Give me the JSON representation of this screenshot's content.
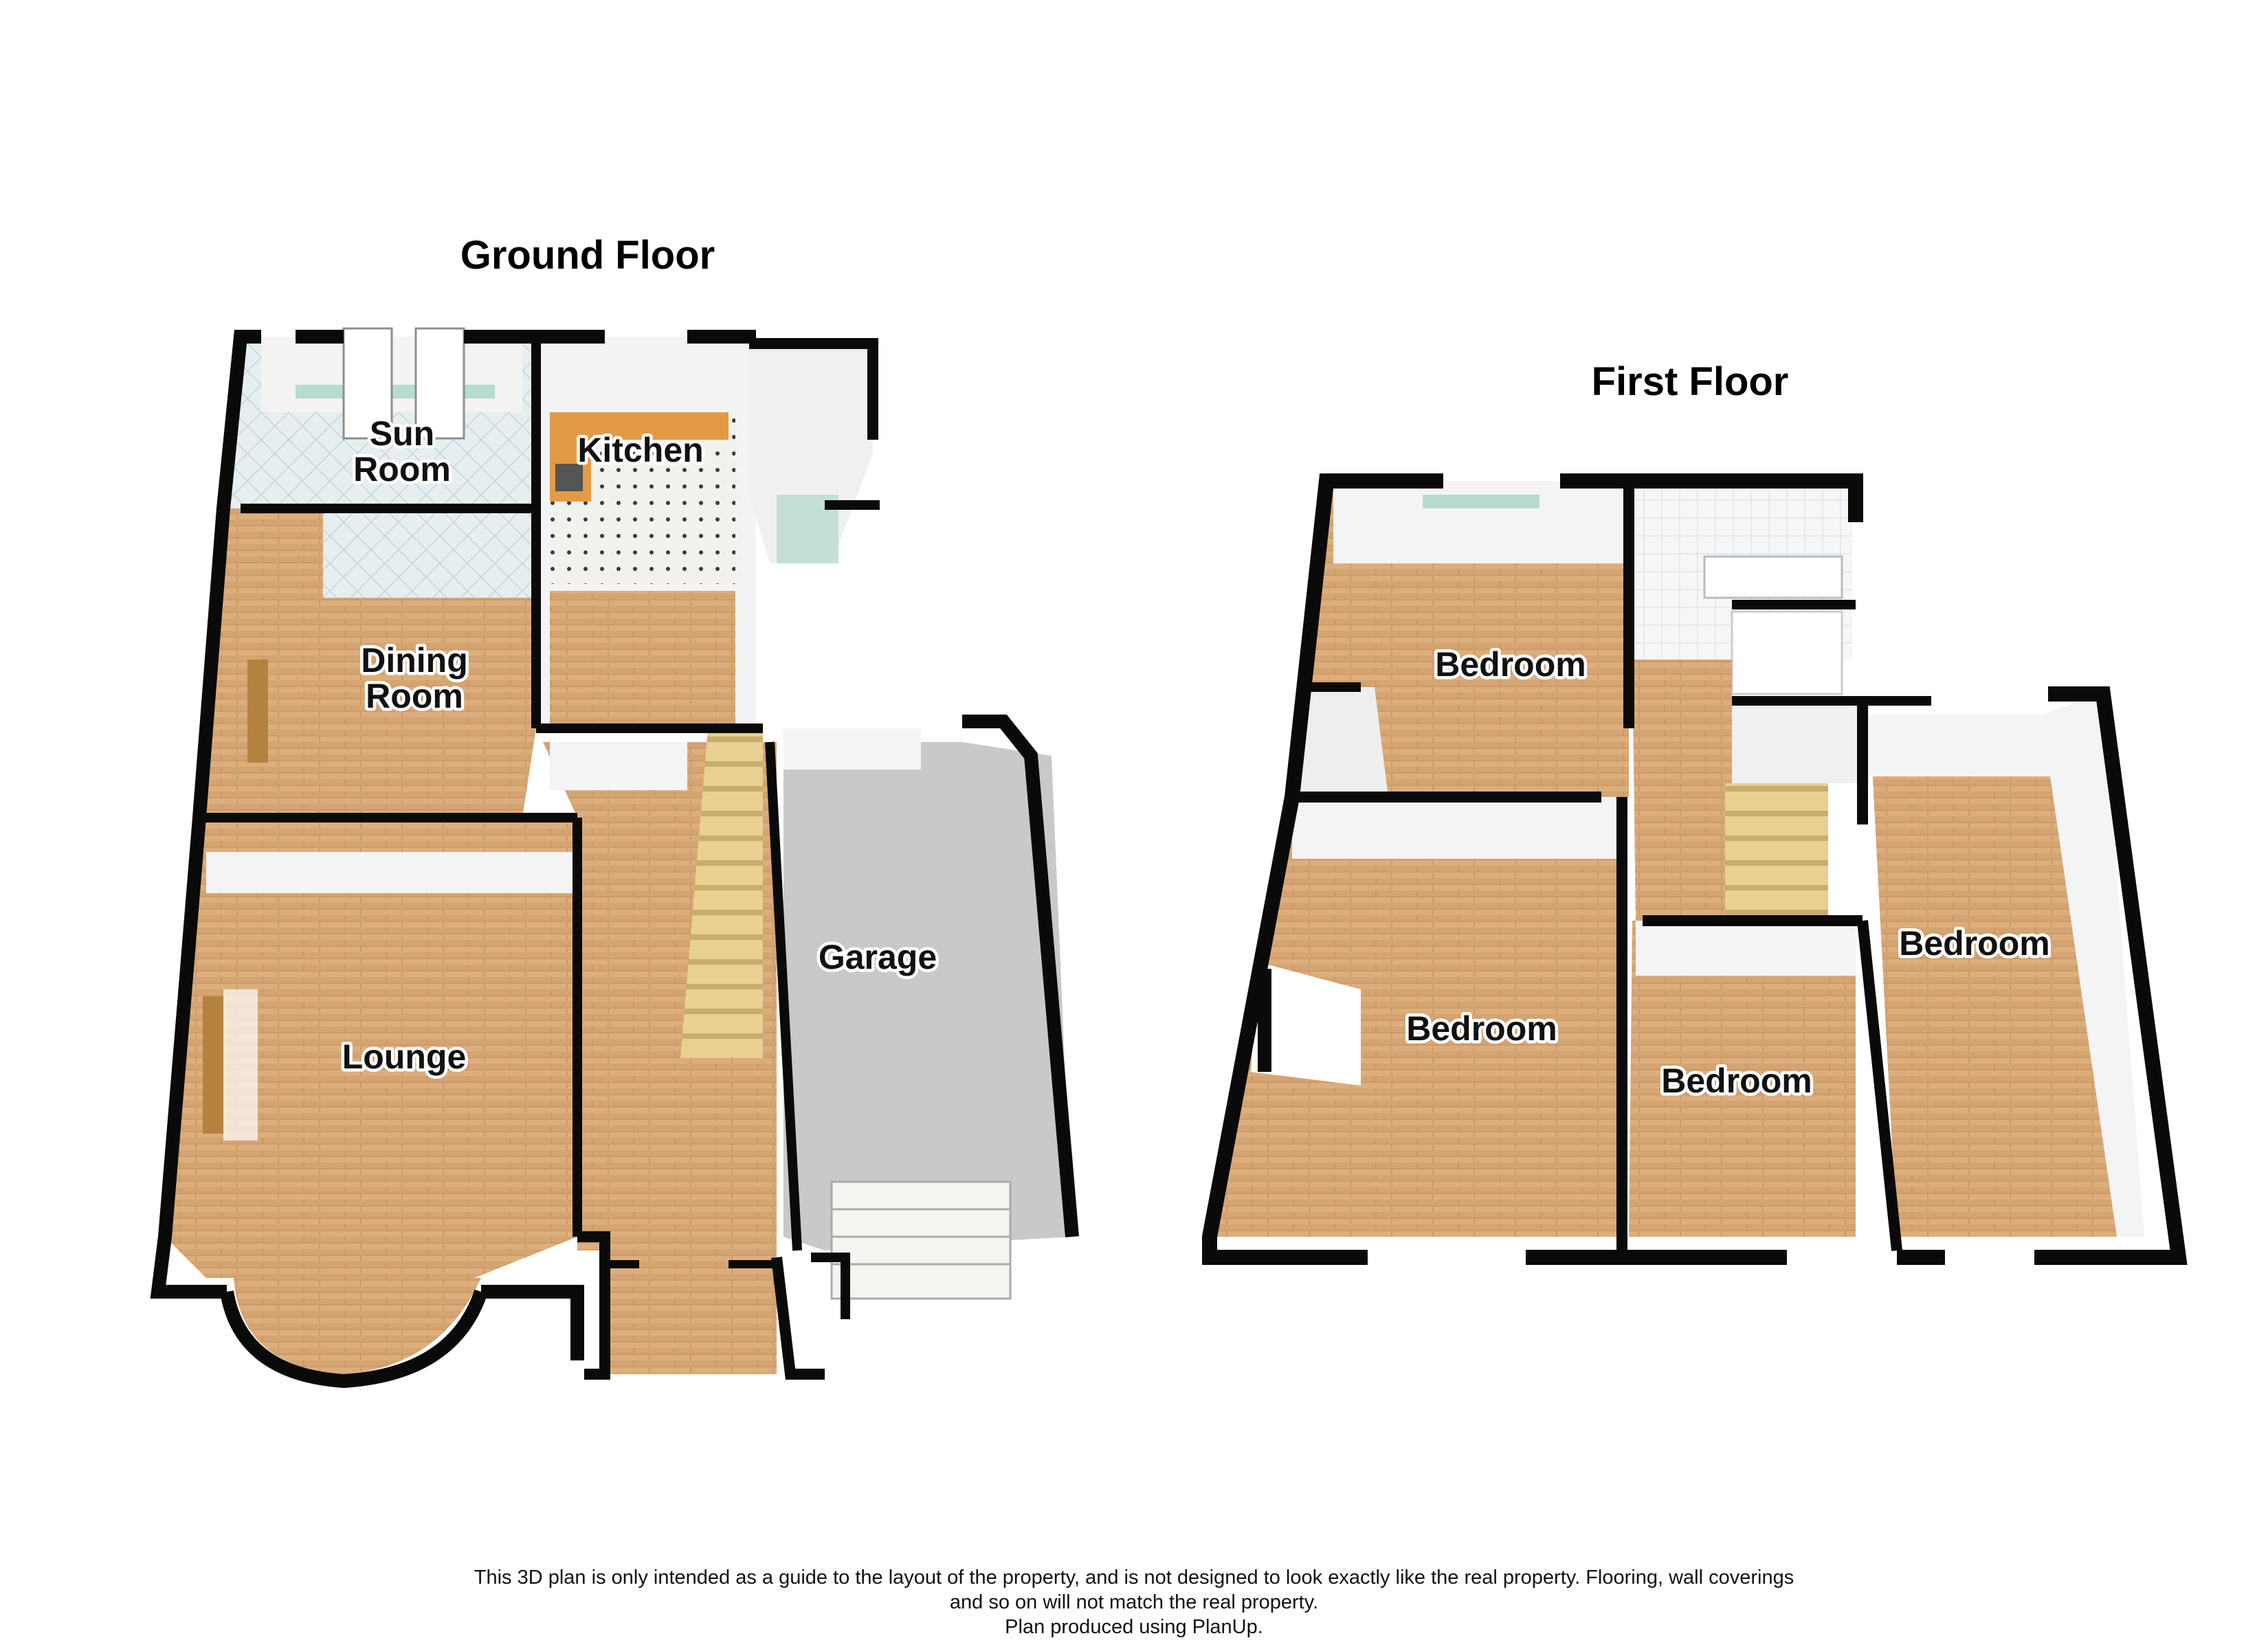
{
  "floors": [
    {
      "title": "Ground Floor",
      "rooms": [
        "Sun Room",
        "Kitchen",
        "Dining Room",
        "Lounge",
        "Garage"
      ]
    },
    {
      "title": "First Floor",
      "rooms": [
        "Bedroom",
        "Bedroom",
        "Bedroom",
        "Bedroom"
      ]
    }
  ],
  "labels": {
    "sun_room_1": "Sun",
    "sun_room_2": "Room",
    "kitchen": "Kitchen",
    "dining_room_1": "Dining",
    "dining_room_2": "Room",
    "lounge": "Lounge",
    "garage": "Garage",
    "bedroom_top": "Bedroom",
    "bedroom_large": "Bedroom",
    "bedroom_middle": "Bedroom",
    "bedroom_right": "Bedroom"
  },
  "disclaimer": {
    "line1": "This 3D plan is only intended as a guide to the layout of the property, and is not designed to look exactly like the real property. Flooring, wall coverings",
    "line2": "and so on will not match the real property.",
    "line3": "Plan produced using PlanUp."
  },
  "colors": {
    "wall": "#0a0a0a",
    "wood_floor": "#dcae7c",
    "tile_floor": "#e6eef0",
    "garage_floor": "#c9c9c9",
    "inner_wall": "#f2f2f2",
    "window": "#b7dccd",
    "stairs": "#e8cf92"
  }
}
